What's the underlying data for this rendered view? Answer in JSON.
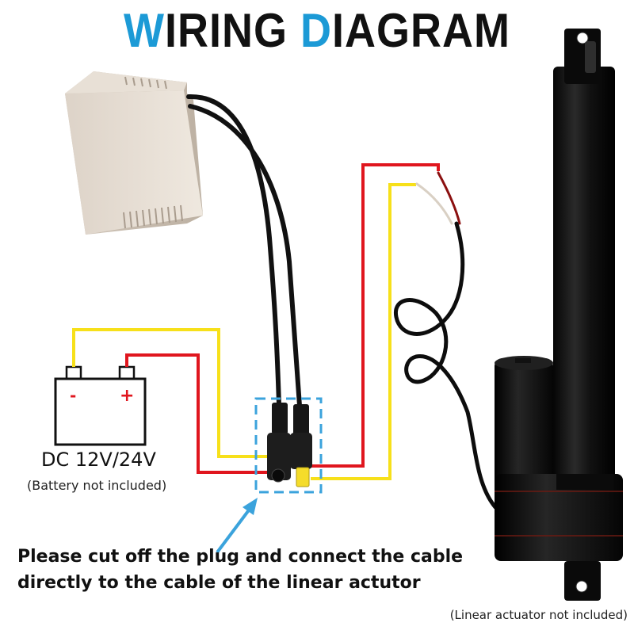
{
  "title": {
    "word1_initial": "W",
    "word1_rest": "IRING ",
    "word2_initial": "D",
    "word2_rest": "IAGRAM"
  },
  "battery": {
    "minus_symbol": "-",
    "plus_symbol": "+",
    "label": "DC 12V/24V",
    "note": "(Battery not included)"
  },
  "instruction": {
    "line1": "Please cut off the plug and connect the cable",
    "line2": "directly to the cable of the linear actutor"
  },
  "actuator_note": "(Linear actuator not included)",
  "colors": {
    "title_accent": "#1c9ad6",
    "wire_red": "#e0161e",
    "wire_yellow": "#f7e01a",
    "dashed_box": "#3ba3dc",
    "arrow": "#3ba3dc",
    "connector_tip": "#f5dc2a"
  }
}
